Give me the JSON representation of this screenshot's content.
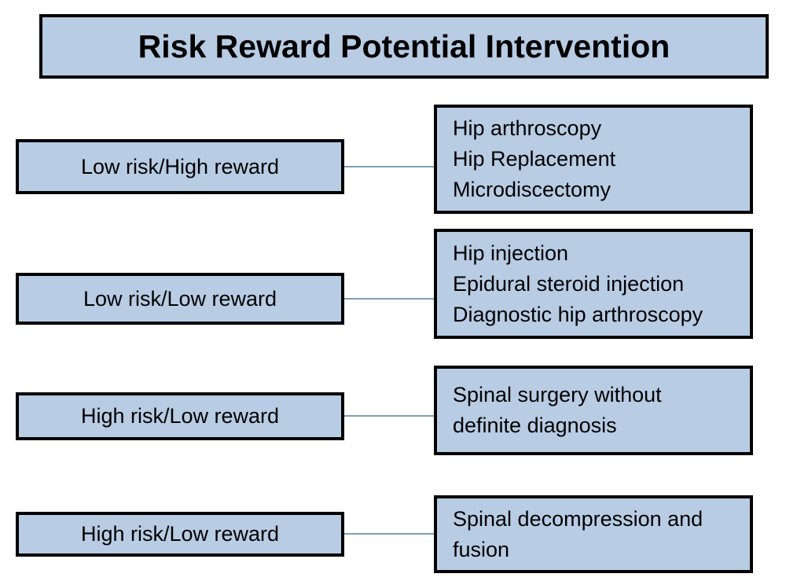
{
  "title": "Risk Reward Potential Intervention",
  "colors": {
    "box_fill": "#b8cce4",
    "box_border": "#000000",
    "connector_line": "#7f9fb6",
    "title_text": "#000000",
    "body_text": "#000000",
    "background": "#ffffff"
  },
  "rows": [
    {
      "risk_label": "Low risk/High reward",
      "intervention_lines": [
        "Hip arthroscopy",
        "Hip Replacement",
        "Microdiscectomy"
      ]
    },
    {
      "risk_label": "Low risk/Low reward",
      "intervention_lines": [
        "Hip injection",
        "Epidural steroid injection",
        "Diagnostic hip arthroscopy"
      ]
    },
    {
      "risk_label": "High risk/Low reward",
      "intervention_lines": [
        "Spinal surgery without",
        "definite diagnosis"
      ]
    },
    {
      "risk_label": "High risk/Low reward",
      "intervention_lines": [
        "Spinal decompression and",
        "fusion"
      ]
    }
  ]
}
